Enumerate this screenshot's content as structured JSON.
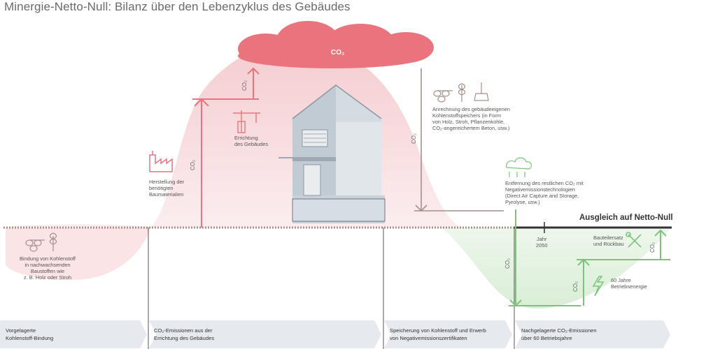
{
  "title": "Minergie-Netto-Null: Bilanz über den Lebenzyklus des Gebäudes",
  "cloud_label": "CO₂",
  "co2_short": "CO₂",
  "netto_label": "Ausgleich auf Netto-Null",
  "annotations": {
    "bindung": [
      "Bindung von Kohlenstoff",
      "in nachwachsenden",
      "Baustoffen wie",
      "z. B. Holz oder Stroh"
    ],
    "herstellung": [
      "Herstellung der",
      "benötigten",
      "Baumaterialien"
    ],
    "errichtung": [
      "Errichtung",
      "des Gebäudes"
    ],
    "anrechnung": [
      "Anrechnung des gebäudeeigenen",
      "Kohlenstoffspeichers (in Form",
      "von Holz, Stroh, Pflanzenkohle,",
      "CO₂-angereichertem Beton, usw.)"
    ],
    "entfernung": [
      "Entfernung des restlichen CO₂ mit",
      "Negativemissionstechnologien",
      "(Direct Air Capture and Storage,",
      "Pyrolyse, usw.)"
    ],
    "jahr": [
      "Jahr",
      "2050"
    ],
    "rueckbau": [
      "Bauteilersatz",
      "und Rückbau"
    ],
    "betrieb": [
      "60 Jahre",
      "Betriebsenergie"
    ]
  },
  "phases": [
    [
      "Vorgelagerte",
      "Kohlenstoff-Bindung"
    ],
    [
      "CO₂-Emissionen aus der",
      "Errichtung des Gebäudes"
    ],
    [
      "Speicherung von Kohlenstoff und Erwerb",
      "von Negativemissionszertifikaten"
    ],
    [
      "Nachgelagerte CO₂-Emissionen",
      "über 60 Betriebsjahre"
    ]
  ],
  "colors": {
    "red": "#e9747e",
    "red_light": "#f6d8db",
    "green": "#7dc47a",
    "green_light": "#dff0dc",
    "brown": "#9c8d86",
    "house": "#b9c3cc",
    "chevron": "#e6e9ed"
  }
}
